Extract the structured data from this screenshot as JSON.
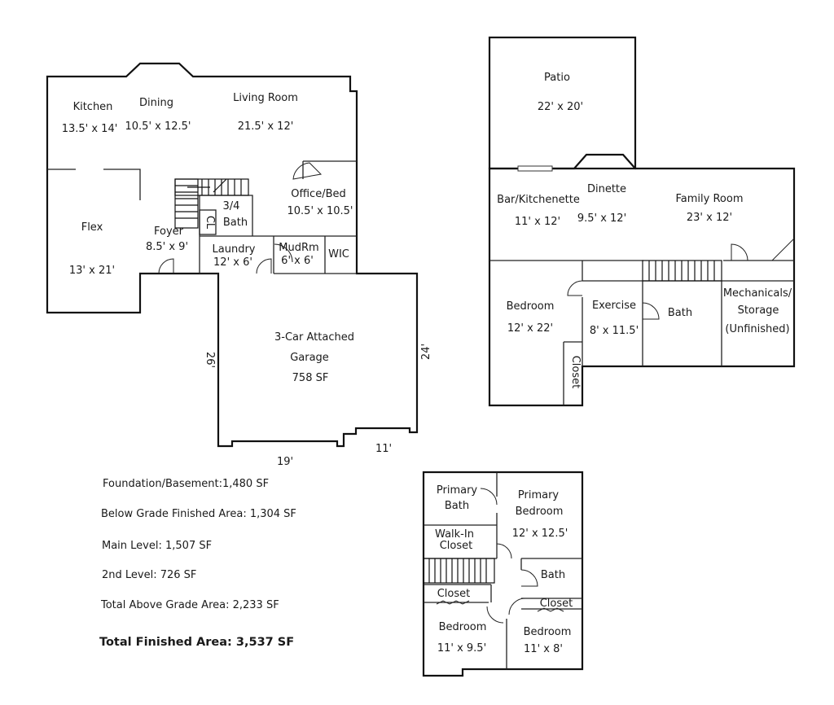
{
  "main_level": {
    "rooms": [
      {
        "id": "kitchen",
        "name": "Kitchen",
        "size": "13.5' x 14'"
      },
      {
        "id": "dining",
        "name": "Dining",
        "size": "10.5' x 12.5'"
      },
      {
        "id": "living",
        "name": "Living Room",
        "size": "21.5' x 12'"
      },
      {
        "id": "flex",
        "name": "Flex",
        "size": "13' x 21'"
      },
      {
        "id": "foyer",
        "name": "Foyer",
        "size": "8.5' x 9'"
      },
      {
        "id": "threequarter-bath",
        "name": "3/4",
        "name2": "Bath"
      },
      {
        "id": "closet",
        "name": "CL"
      },
      {
        "id": "office",
        "name": "Office/Bed",
        "size": "10.5' x 10.5'"
      },
      {
        "id": "laundry",
        "name": "Laundry",
        "size": "12' x 6'"
      },
      {
        "id": "mudroom",
        "name": "MudRm",
        "size": "6' x 6'"
      },
      {
        "id": "wic",
        "name": "WIC"
      }
    ],
    "garage": {
      "name": "3-Car Attached",
      "name2": "Garage",
      "area": "758 SF"
    },
    "dims": {
      "left": "26'",
      "right": "24'",
      "bottom": "19'",
      "bottom_short": "11'"
    }
  },
  "basement": {
    "rooms": [
      {
        "id": "patio",
        "name": "Patio",
        "size": "22' x 20'"
      },
      {
        "id": "bar",
        "name": "Bar/Kitchenette",
        "size": "11' x 12'"
      },
      {
        "id": "dinette",
        "name": "Dinette",
        "size": "9.5' x 12'"
      },
      {
        "id": "family",
        "name": "Family Room",
        "size": "23' x 12'"
      },
      {
        "id": "bedroom",
        "name": "Bedroom",
        "size": "12' x 22'"
      },
      {
        "id": "exercise",
        "name": "Exercise",
        "size": "8' x 11.5'"
      },
      {
        "id": "bath",
        "name": "Bath"
      },
      {
        "id": "mechanicals",
        "name": "Mechanicals/",
        "name2": "Storage",
        "name3": "(Unfinished)"
      },
      {
        "id": "closet",
        "name": "Closet"
      }
    ]
  },
  "second_level": {
    "rooms": [
      {
        "id": "primary-bath",
        "name": "Primary",
        "name2": "Bath"
      },
      {
        "id": "primary-bedroom",
        "name": "Primary",
        "name2": "Bedroom",
        "size": "12' x 12.5'"
      },
      {
        "id": "walkin",
        "name": "Walk-In",
        "name2": "Closet"
      },
      {
        "id": "bath",
        "name": "Bath"
      },
      {
        "id": "closet1",
        "name": "Closet"
      },
      {
        "id": "closet2",
        "name": "Closet"
      },
      {
        "id": "bedroom1",
        "name": "Bedroom",
        "size": "11' x 9.5'"
      },
      {
        "id": "bedroom2",
        "name": "Bedroom",
        "size": "11' x 8'"
      }
    ]
  },
  "stats": [
    {
      "text": "Foundation/Basement:1,480 SF"
    },
    {
      "text": "Below Grade Finished Area: 1,304 SF"
    },
    {
      "text": "Main Level: 1,507 SF"
    },
    {
      "text": "2nd Level: 726 SF"
    },
    {
      "text": "Total Above Grade Area: 2,233 SF"
    }
  ],
  "total": "Total Finished Area: 3,537 SF"
}
